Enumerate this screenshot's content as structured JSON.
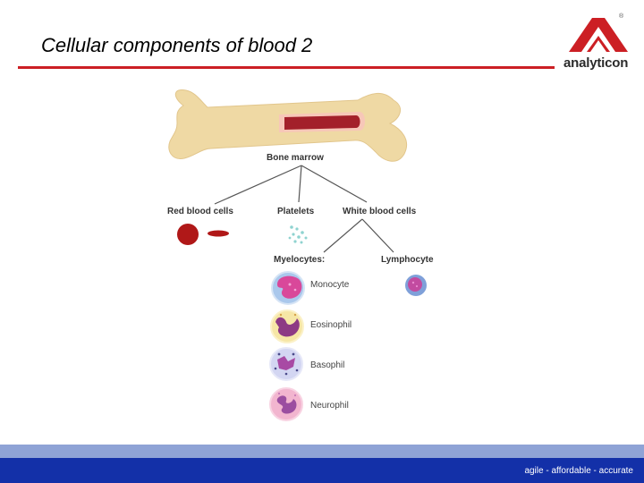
{
  "header": {
    "title": "Cellular components of blood 2",
    "logo_text": "analyticon",
    "logo_mark": "®",
    "accent_color": "#cc1f24"
  },
  "diagram": {
    "root": "Bone marrow",
    "level1": {
      "red": "Red blood cells",
      "platelets": "Platelets",
      "white": "White blood cells"
    },
    "level2": {
      "myelocytes": "Myelocytes:",
      "lymphocyte": "Lymphocyte"
    },
    "myelocyte_types": {
      "monocyte": "Monocyte",
      "eosinophil": "Eosinophil",
      "basophil": "Basophil",
      "neurophil": "Neurophil"
    }
  },
  "footer": {
    "tagline": "agile - affordable - accurate",
    "band_light": "#8fa3d6",
    "band_dark": "#1330a8"
  }
}
